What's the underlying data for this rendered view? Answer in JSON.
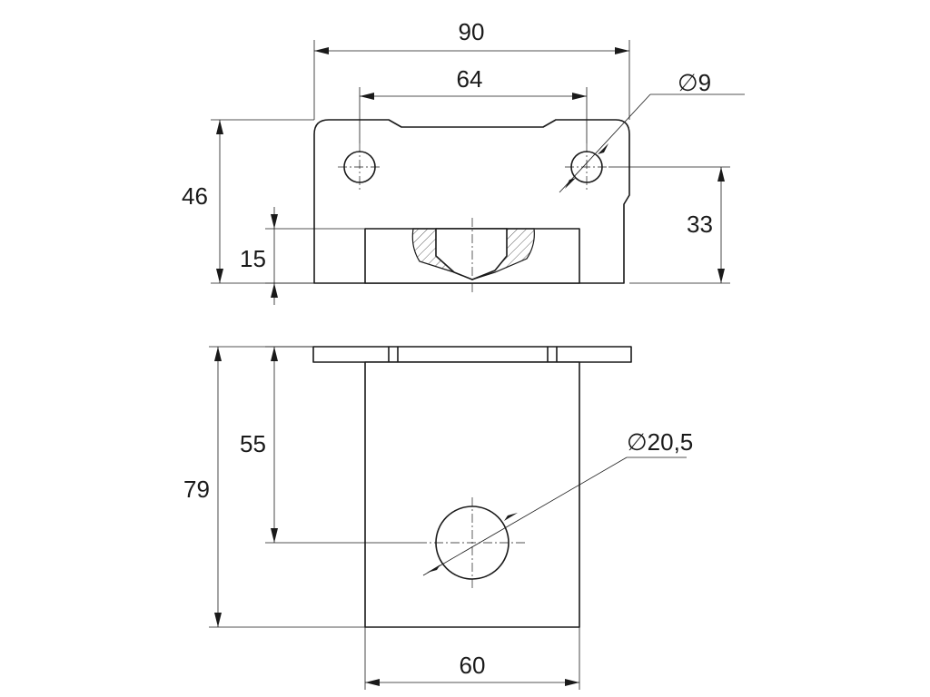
{
  "dimensions": {
    "front_width": "90",
    "hole_spacing": "64",
    "small_hole_diameter": "9",
    "total_height": "46",
    "hole_height": "33",
    "base_height": "15",
    "side_height": "79",
    "big_hole_position": "55",
    "big_hole_diameter": "20,5",
    "body_width": "60"
  },
  "symbols": {
    "diameter": "∅"
  },
  "colors": {
    "line": "#1a1a1a",
    "background": "#ffffff"
  }
}
